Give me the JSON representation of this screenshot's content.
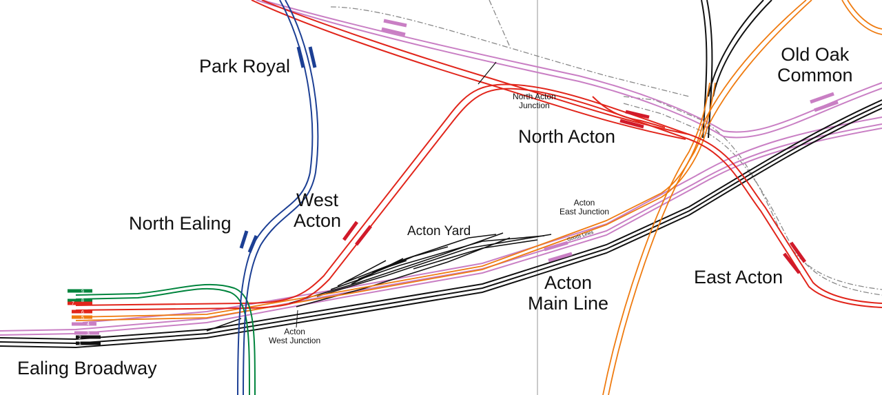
{
  "stations": {
    "park_royal": "Park Royal",
    "old_oak_common": [
      "Old Oak",
      "Common"
    ],
    "north_acton": "North Acton",
    "west_acton": [
      "West",
      "Acton"
    ],
    "north_ealing": "North Ealing",
    "acton_main_line": [
      "Acton",
      "Main Line"
    ],
    "east_acton": "East Acton",
    "ealing_broadway": "Ealing Broadway"
  },
  "features": {
    "acton_yard": "Acton Yard",
    "goods_lines": "Goods Lines"
  },
  "junctions": {
    "north_acton_junction": [
      "North Acton",
      "Junction"
    ],
    "acton_east_junction": [
      "Acton",
      "East Junction"
    ],
    "acton_west_junction": [
      "Acton",
      "West Junction"
    ]
  },
  "platform_numbers": [
    "9",
    "8",
    "7",
    "6",
    "5",
    "4",
    "3",
    "2",
    "1"
  ],
  "colors": {
    "central_line": "#e1251b",
    "piccadilly_line": "#1c3f94",
    "district_line": "#00843d",
    "elizabeth_line": "#c97fc4",
    "overground": "#ef7b10",
    "national_rail": "#111111",
    "freight": "#888888"
  }
}
